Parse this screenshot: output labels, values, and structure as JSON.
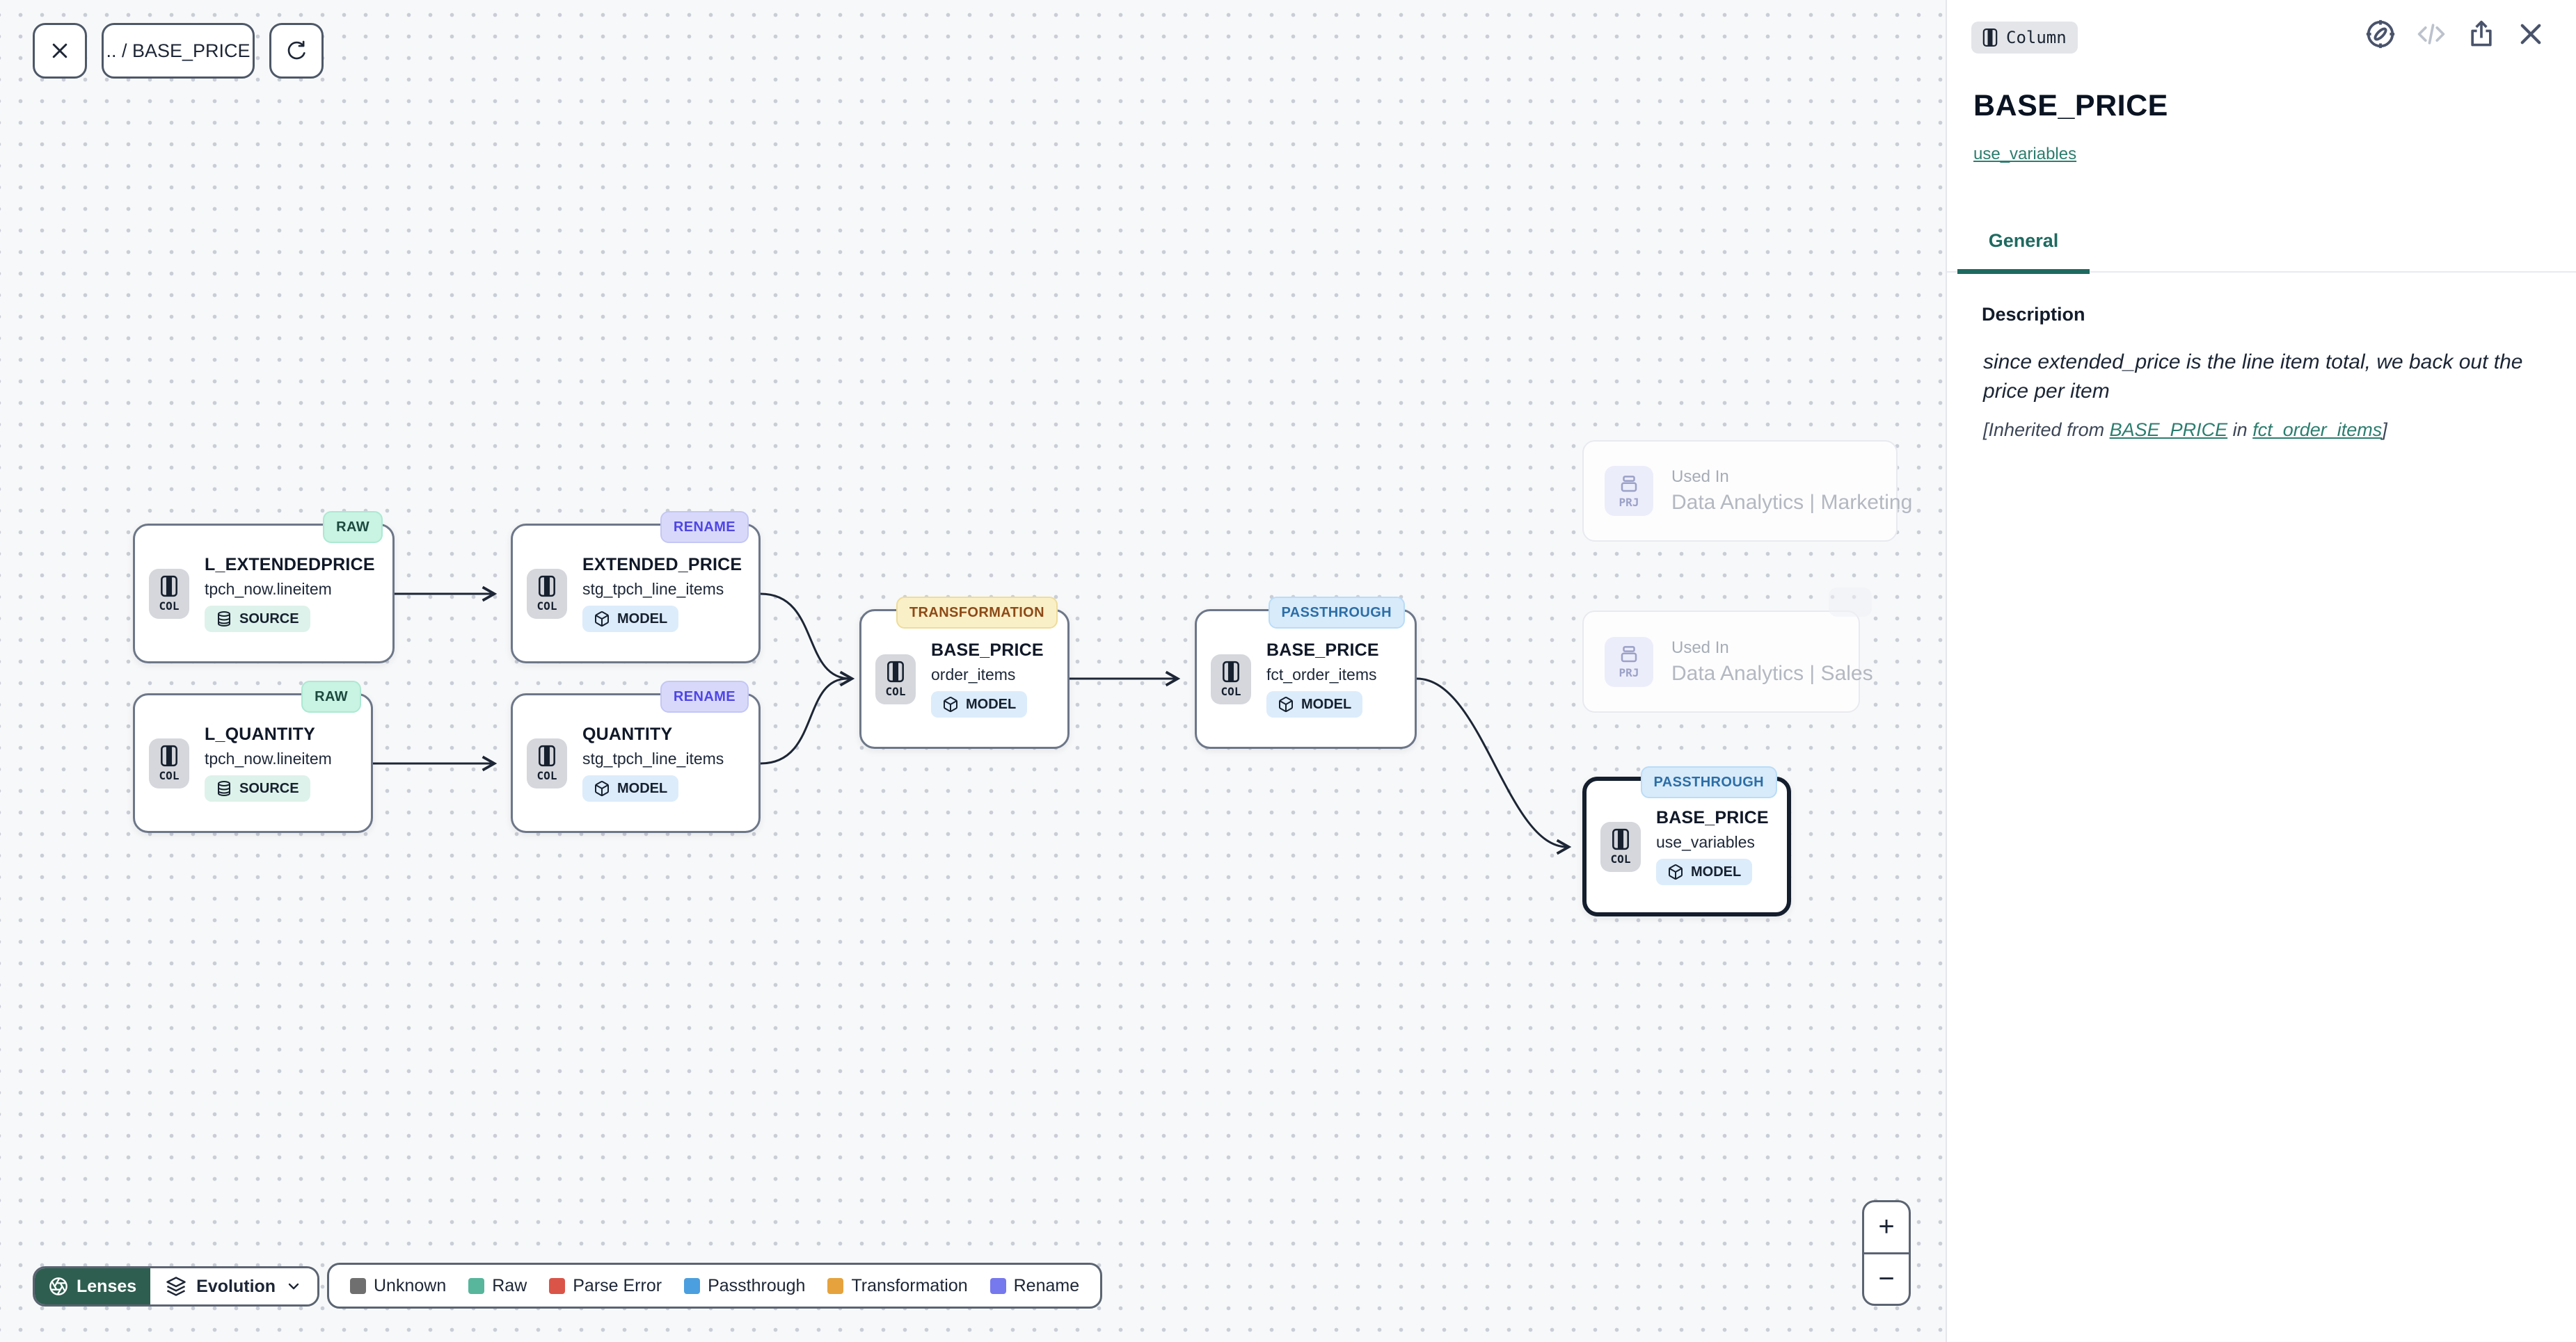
{
  "toolbar": {
    "breadcrumb": ".. / BASE_PRICE"
  },
  "canvas": {
    "nodes": [
      {
        "tag": "RAW",
        "title": "L_EXTENDEDPRICE",
        "subtitle": "tpch_now.lineitem",
        "kind": "COL",
        "badge": "SOURCE"
      },
      {
        "tag": "RENAME",
        "title": "EXTENDED_PRICE",
        "subtitle": "stg_tpch_line_items",
        "kind": "COL",
        "badge": "MODEL"
      },
      {
        "tag": "RAW",
        "title": "L_QUANTITY",
        "subtitle": "tpch_now.lineitem",
        "kind": "COL",
        "badge": "SOURCE"
      },
      {
        "tag": "RENAME",
        "title": "QUANTITY",
        "subtitle": "stg_tpch_line_items",
        "kind": "COL",
        "badge": "MODEL"
      },
      {
        "tag": "TRANSFORMATION",
        "title": "BASE_PRICE",
        "subtitle": "order_items",
        "kind": "COL",
        "badge": "MODEL"
      },
      {
        "tag": "PASSTHROUGH",
        "title": "BASE_PRICE",
        "subtitle": "fct_order_items",
        "kind": "COL",
        "badge": "MODEL"
      },
      {
        "tag": "PASSTHROUGH",
        "title": "BASE_PRICE",
        "subtitle": "use_variables",
        "kind": "COL",
        "badge": "MODEL"
      }
    ],
    "used_in_cards": [
      {
        "kind": "PRJ",
        "label": "Used In",
        "project": "Data Analytics | Marketing"
      },
      {
        "kind": "PRJ",
        "label": "Used In",
        "project": "Data Analytics | Sales"
      }
    ],
    "zoom_controls": {
      "zoom_in": "+",
      "zoom_out": "−"
    }
  },
  "bottom_bar": {
    "lenses_label": "Lenses",
    "evolution_label": "Evolution",
    "legend_items": [
      {
        "label": "Unknown",
        "color": "#6f6f6f"
      },
      {
        "label": "Raw",
        "color": "#57b69c"
      },
      {
        "label": "Parse Error",
        "color": "#da5448"
      },
      {
        "label": "Passthrough",
        "color": "#4b9fdf"
      },
      {
        "label": "Transformation",
        "color": "#e6a23c"
      },
      {
        "label": "Rename",
        "color": "#7678ee"
      }
    ]
  },
  "panel": {
    "type_badge": "Column",
    "title": "BASE_PRICE",
    "subtitle_link": "use_variables",
    "tabs": [
      {
        "label": "General",
        "active": true
      }
    ],
    "description": {
      "heading": "Description",
      "body": "since extended_price is the line item total, we back out the price per item",
      "inherited_prefix": "[Inherited from ",
      "inherited_link1": "BASE_PRICE",
      "inherited_middle": " in ",
      "inherited_link2": "fct_order_items",
      "inherited_suffix": "]"
    }
  },
  "icons": {
    "toolbar": [
      "close-icon",
      "refresh-icon"
    ],
    "panel_header": [
      "compass-icon",
      "code-icon",
      "share-icon",
      "close-icon"
    ],
    "node": [
      "column-icon",
      "database-icon",
      "cube-icon"
    ],
    "bottom": [
      "aperture-icon",
      "layers-icon",
      "chevron-down-icon"
    ],
    "ghost_card": [
      "project-icon"
    ]
  },
  "colors": {
    "accent_teal": "#1e6a60",
    "edge_ink": "#1d2636",
    "tag_raw_bg": "#c9f3e2",
    "tag_rename_bg": "#d8d9fa",
    "tag_transformation_bg": "#faf0c8",
    "tag_passthrough_bg": "#d8ebfb"
  }
}
